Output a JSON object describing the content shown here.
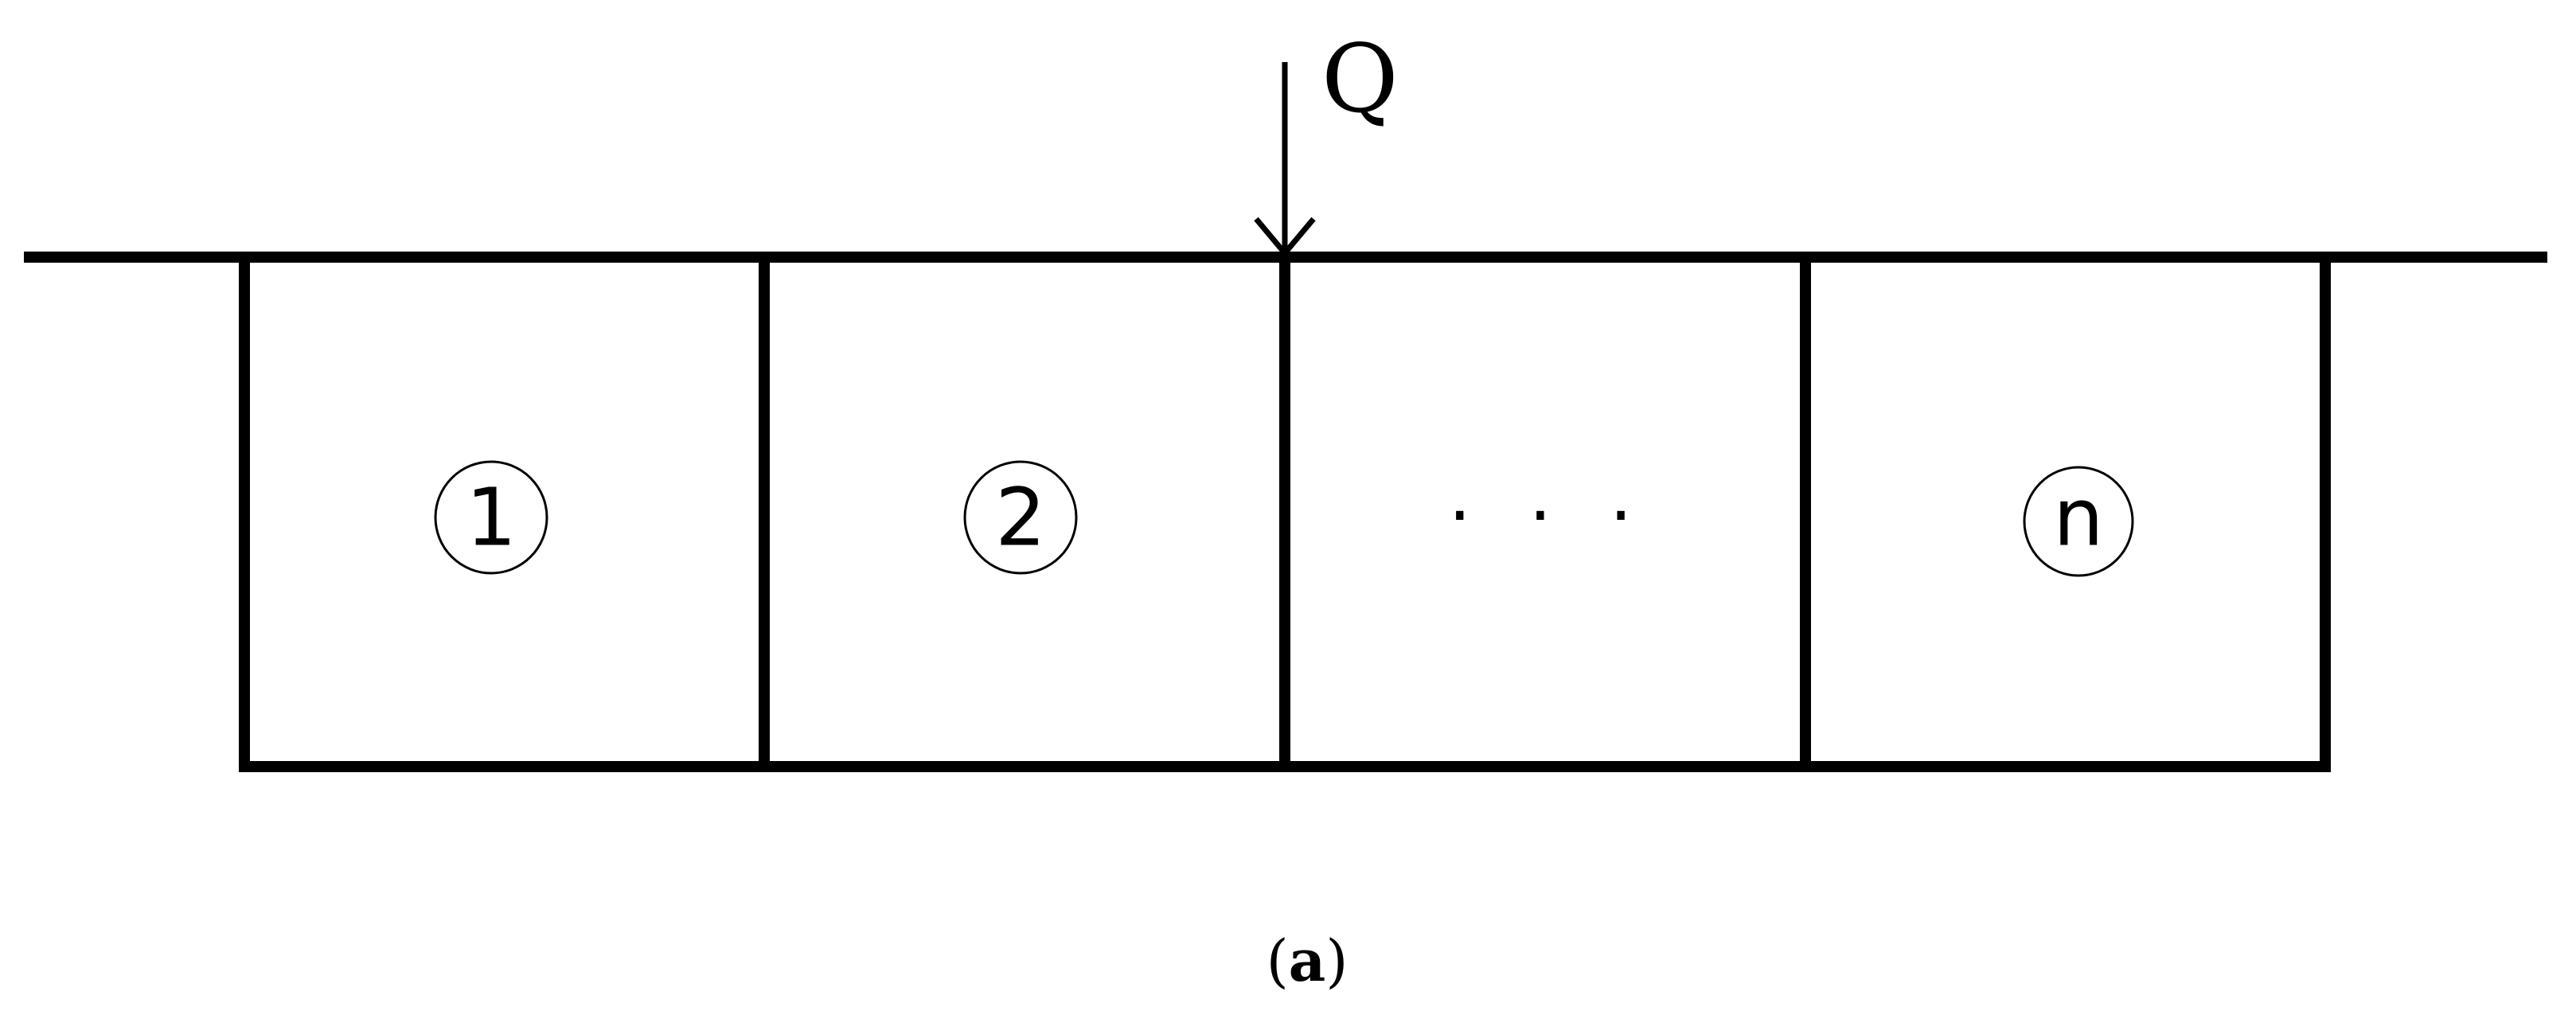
{
  "load": {
    "label": "Q"
  },
  "segments": [
    {
      "label": "1",
      "circled": true
    },
    {
      "label": "2",
      "circled": true
    },
    {
      "label": "· · ·",
      "circled": false
    },
    {
      "label": "n",
      "circled": true
    }
  ],
  "caption": {
    "open": "(",
    "letter": "a",
    "close": ")"
  }
}
